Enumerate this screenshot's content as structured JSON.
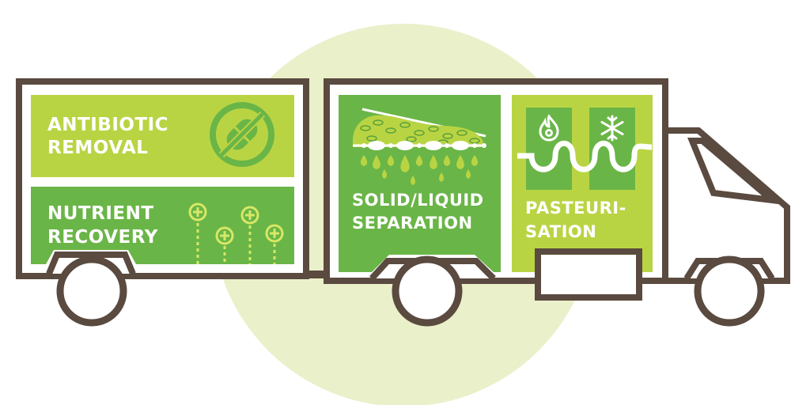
{
  "colors": {
    "outline": "#5a4a3f",
    "light_green": "#b9d443",
    "mid_green": "#6ab547",
    "dark_green": "#6ab547",
    "pale_circle": "#eaf0c9",
    "white": "#ffffff"
  },
  "trailer": {
    "antibiotic": {
      "line1": "ANTIBIOTIC",
      "line2": "REMOVAL",
      "icon": "no-pill-icon"
    },
    "nutrient": {
      "line1": "NUTRIENT",
      "line2": "RECOVERY",
      "icon": "nutrient-plus-icon"
    }
  },
  "truck": {
    "separation": {
      "line1": "SOLID/LIQUID",
      "line2": "SEPARATION",
      "icon": "filter-drops-icon"
    },
    "pasteurisation": {
      "line1": "PASTEURI-",
      "line2": "SATION",
      "heat_icon": "flame-icon",
      "cool_icon": "snowflake-icon",
      "coil_icon": "heat-exchanger-coil-icon"
    }
  }
}
